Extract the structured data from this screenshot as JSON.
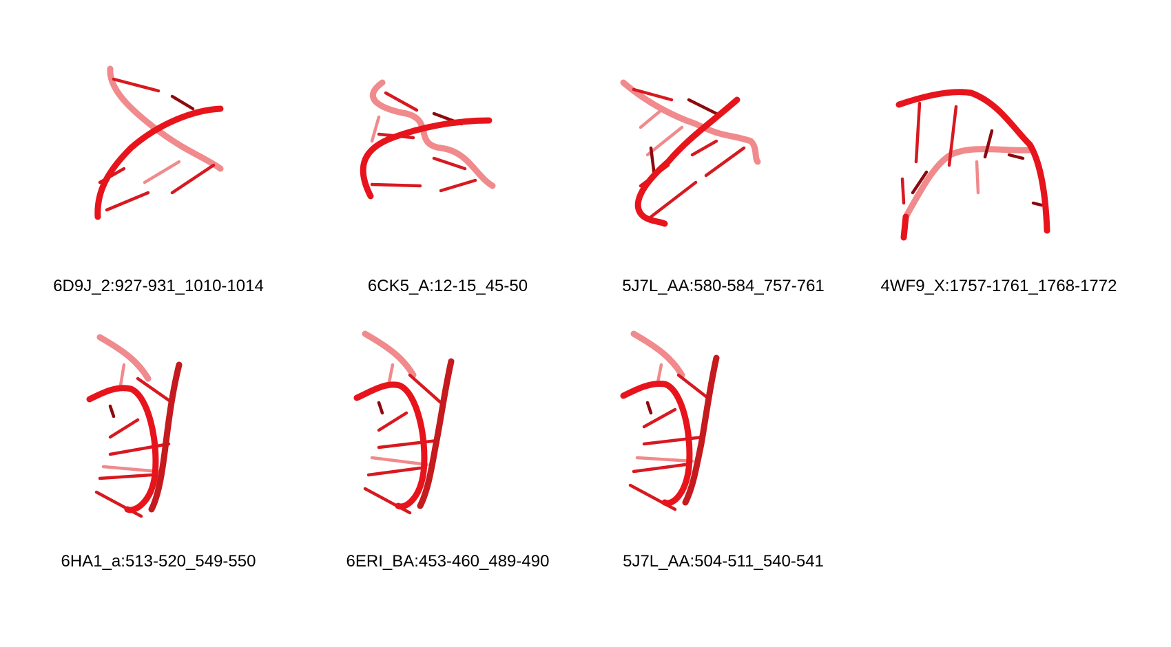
{
  "colors": {
    "strand_front": "#e8141c",
    "strand_shadow": "#8c0a0e",
    "strand_back": "#f08a8c",
    "base_pair": "#d71920"
  },
  "structures": [
    {
      "id": "6D9J_2:927-931_1010-1014"
    },
    {
      "id": "6CK5_A:12-15_45-50"
    },
    {
      "id": "5J7L_AA:580-584_757-761"
    },
    {
      "id": "4WF9_X:1757-1761_1768-1772"
    },
    {
      "id": "6HA1_a:513-520_549-550"
    },
    {
      "id": "6ERI_BA:453-460_489-490"
    },
    {
      "id": "5J7L_AA:504-511_540-541"
    }
  ]
}
